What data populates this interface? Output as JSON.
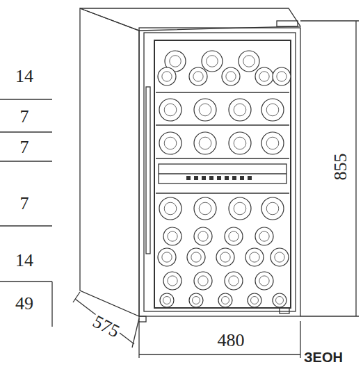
{
  "diagram": {
    "labels": [
      "14",
      "7",
      "7",
      "7",
      "14",
      "49",
      "855",
      "575",
      "480",
      "ЗЕОН"
    ]
  }
}
